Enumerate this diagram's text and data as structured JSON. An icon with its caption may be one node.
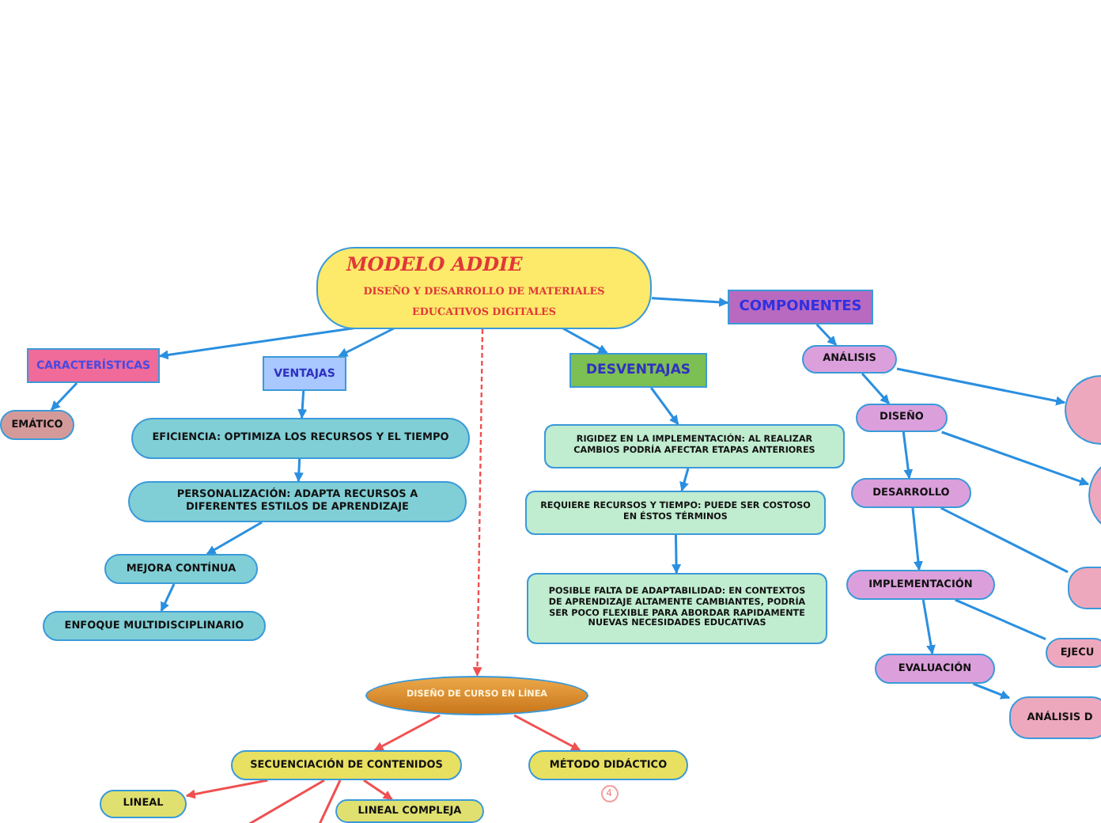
{
  "diagram": {
    "nodes": [
      {
        "text": [
          "MODELO ADDIE",
          "DISEÑO Y DESARROLLO DE MATERIALES EDUCATIVOS DIGITALES"
        ]
      },
      {
        "text": [
          "CARACTERÍSTICAS"
        ]
      },
      {
        "text": [
          "VENTAJAS"
        ]
      },
      {
        "text": [
          "DESVENTAJAS"
        ]
      },
      {
        "text": [
          "COMPONENTES"
        ]
      },
      {
        "text": [
          "EMÁTICO"
        ]
      },
      {
        "text": [
          "EFICIENCIA: OPTIMIZA LOS RECURSOS Y EL TIEMPO"
        ]
      },
      {
        "text": [
          "PERSONALIZACIÓN: ADAPTA RECURSOS A DIFERENTES ESTILOS DE APRENDIZAJE"
        ]
      },
      {
        "text": [
          "MEJORA CONTÍNUA"
        ]
      },
      {
        "text": [
          "ENFOQUE MULTIDISCIPLINARIO"
        ]
      },
      {
        "text": [
          "RIGIDEZ EN LA IMPLEMENTACIÓN: AL REALIZAR CAMBIOS PODRÍA AFECTAR ETAPAS ANTERIORES"
        ]
      },
      {
        "text": [
          "REQUIERE RECURSOS Y TIEMPO: PUEDE SER COSTOSO EN ÉSTOS TÉRMINOS"
        ]
      },
      {
        "text": [
          "POSIBLE FALTA DE ADAPTABILIDAD: EN CONTEXTOS DE APRENDIZAJE ALTAMENTE CAMBIANTES, PODRÍA SER POCO FLEXIBLE PARA ABORDAR RAPIDAMENTE NUEVAS NECESIDADES EDUCATIVAS"
        ]
      },
      {
        "text": [
          "ANÁLISIS"
        ]
      },
      {
        "text": [
          "DISEÑO"
        ]
      },
      {
        "text": [
          "DESARROLLO"
        ]
      },
      {
        "text": [
          "IMPLEMENTACIÓN"
        ]
      },
      {
        "text": [
          "EVALUACIÓN"
        ]
      },
      {
        "text": [],
        "shape": "circle"
      },
      {
        "text": [],
        "shape": "circle"
      },
      {
        "text": [],
        "shape": "box"
      },
      {
        "text": [
          "EJECU"
        ]
      },
      {
        "text": [
          "ANÁLISIS D"
        ]
      },
      {
        "text": [
          "DISEÑO DE CURSO EN LÍNEA"
        ]
      },
      {
        "text": [
          "SECUENCIACIÓN DE CONTENIDOS"
        ]
      },
      {
        "text": [
          "MÉTODO DIDÁCTICO"
        ],
        "beside": [
          "4"
        ]
      },
      {
        "text": [
          "LINEAL"
        ]
      },
      {
        "text": [
          "LINEAL COMPLEJA"
        ]
      }
    ],
    "edges": [
      {
        "from": 0,
        "to": 1,
        "arrow": "to"
      },
      {
        "from": 0,
        "to": 2,
        "arrow": "to"
      },
      {
        "from": 0,
        "to": 3,
        "arrow": "to"
      },
      {
        "from": 0,
        "to": 4,
        "arrow": "to"
      },
      {
        "from": 1,
        "to": 5,
        "arrow": "to"
      },
      {
        "from": 2,
        "to": 6,
        "arrow": "to"
      },
      {
        "from": 6,
        "to": 7,
        "arrow": "to"
      },
      {
        "from": 7,
        "to": 8,
        "arrow": "to"
      },
      {
        "from": 8,
        "to": 9,
        "arrow": "to"
      },
      {
        "from": 3,
        "to": 10,
        "arrow": "to"
      },
      {
        "from": 10,
        "to": 11,
        "arrow": "to"
      },
      {
        "from": 11,
        "to": 12,
        "arrow": "to"
      },
      {
        "from": 4,
        "to": 13,
        "arrow": "to"
      },
      {
        "from": 13,
        "to": 14,
        "arrow": "to"
      },
      {
        "from": 14,
        "to": 15,
        "arrow": "to"
      },
      {
        "from": 15,
        "to": 16,
        "arrow": "to"
      },
      {
        "from": 16,
        "to": 17,
        "arrow": "to"
      },
      {
        "from": 13,
        "to": 18,
        "arrow": "to"
      },
      {
        "from": 14,
        "to": 19,
        "arrow": "to"
      },
      {
        "from": 15,
        "to": 20,
        "arrow": "none"
      },
      {
        "from": 16,
        "to": 21,
        "arrow": "none"
      },
      {
        "from": 17,
        "to": 22,
        "arrow": "to"
      },
      {
        "from": 0,
        "to": 23,
        "arrow": "to",
        "style": "dashed",
        "color": "#f05050"
      },
      {
        "from": 23,
        "to": 24,
        "arrow": "to",
        "color": "#f05050"
      },
      {
        "from": 23,
        "to": 25,
        "arrow": "to",
        "color": "#f05050"
      },
      {
        "from": 24,
        "to": 26,
        "arrow": "to",
        "color": "#f05050"
      },
      {
        "from": 24,
        "to": 27,
        "arrow": "to",
        "color": "#f05050"
      },
      {
        "from": 24,
        "to": null,
        "arrow": "none",
        "color": "#f05050"
      },
      {
        "from": 24,
        "to": null,
        "arrow": "none",
        "color": "#f05050"
      }
    ]
  }
}
